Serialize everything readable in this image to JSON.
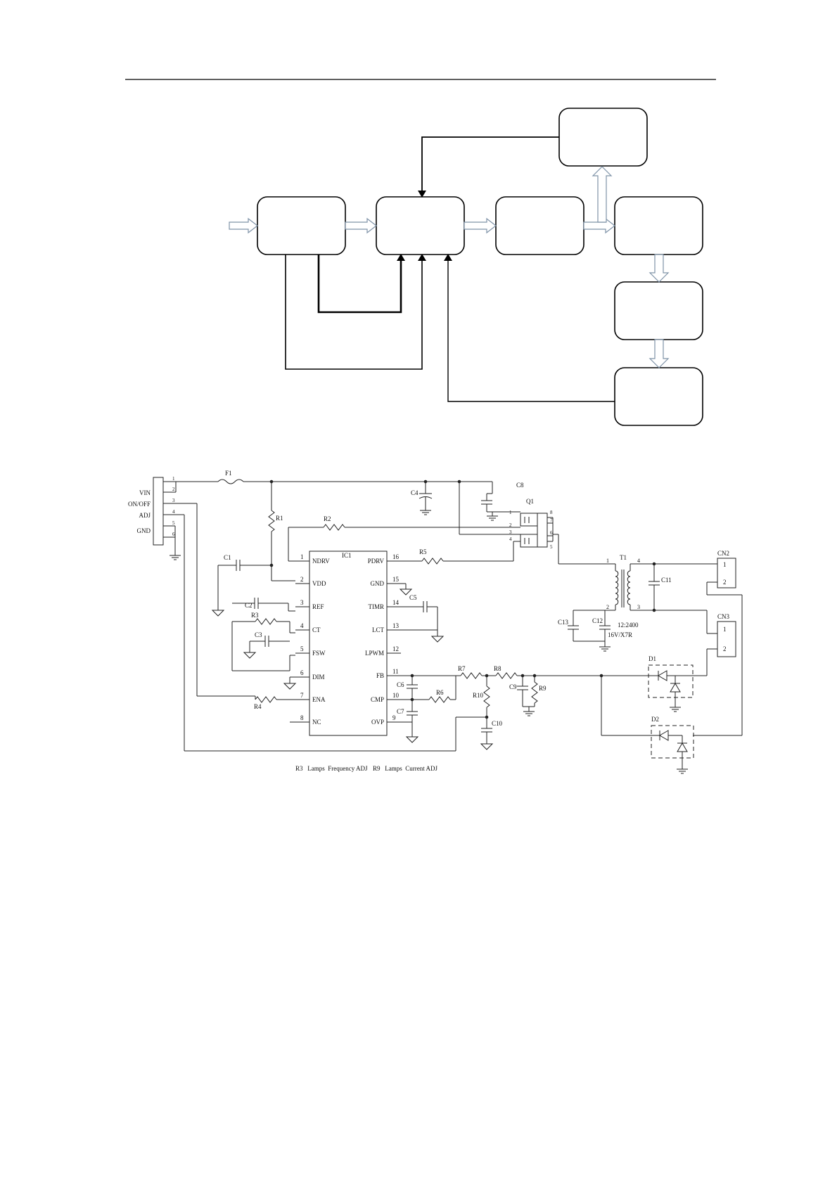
{
  "connector_in": {
    "signals": [
      "VIN",
      "ON/OFF",
      "ADJ",
      "GND"
    ],
    "pins": [
      "1",
      "2",
      "3",
      "4",
      "5",
      "6"
    ]
  },
  "fuse": "F1",
  "resistors": {
    "r1": "R1",
    "r2": "R2",
    "r3": "R3",
    "r4": "R4",
    "r5": "R5",
    "r6": "R6",
    "r7": "R7",
    "r8": "R8",
    "r9": "R9",
    "r10": "R10"
  },
  "capacitors": {
    "c1": "C1",
    "c2": "C2",
    "c3": "C3",
    "c4": "C4",
    "c5": "C5",
    "c6": "C6",
    "c7": "C7",
    "c8": "C8",
    "c9": "C9",
    "c10": "C10",
    "c11": "C11",
    "c12": "C12",
    "c13": "C13"
  },
  "ic": {
    "ref": "IC1",
    "left_pins": [
      {
        "num": "1",
        "name": "NDRV"
      },
      {
        "num": "2",
        "name": "VDD"
      },
      {
        "num": "3",
        "name": "REF"
      },
      {
        "num": "4",
        "name": "CT"
      },
      {
        "num": "5",
        "name": "FSW"
      },
      {
        "num": "6",
        "name": "DIM"
      },
      {
        "num": "7",
        "name": "ENA"
      },
      {
        "num": "8",
        "name": "NC"
      }
    ],
    "right_pins": [
      {
        "num": "16",
        "name": "PDRV"
      },
      {
        "num": "15",
        "name": "GND"
      },
      {
        "num": "14",
        "name": "TIMR"
      },
      {
        "num": "13",
        "name": "LCT"
      },
      {
        "num": "12",
        "name": "LPWM"
      },
      {
        "num": "11",
        "name": "FB"
      },
      {
        "num": "10",
        "name": "CMP"
      },
      {
        "num": "9",
        "name": "OVP"
      }
    ]
  },
  "mosfet": {
    "ref": "Q1",
    "pins": [
      "1",
      "2",
      "3",
      "4",
      "8",
      "7",
      "6",
      "5"
    ]
  },
  "transformer": {
    "ref": "T1",
    "pins": [
      "1",
      "2",
      "3",
      "4"
    ],
    "ratio": "12:2400",
    "rating": "16V/X7R"
  },
  "connectors_out": [
    {
      "ref": "CN2",
      "pins": [
        "1",
        "2"
      ]
    },
    {
      "ref": "CN3",
      "pins": [
        "1",
        "2"
      ]
    }
  ],
  "diodes": [
    "D1",
    "D2"
  ],
  "notes": {
    "left": "R3   Lamps  Frequency ADJ",
    "right": "R9   Lamps  Current ADJ"
  }
}
